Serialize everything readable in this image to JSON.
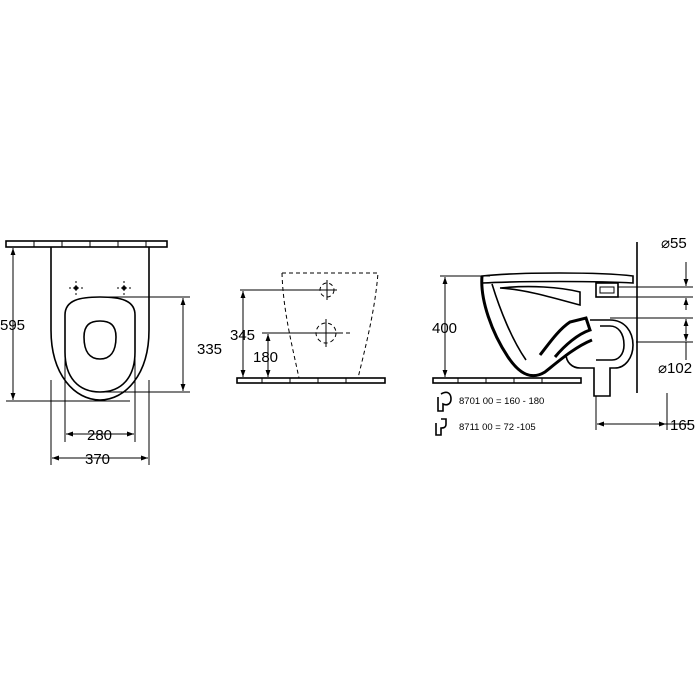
{
  "top_view": {
    "width_total": "370",
    "width_inner": "280",
    "depth_total": "595",
    "depth_seat": "335"
  },
  "front_view": {
    "height_fixing": "345",
    "height_waste": "180"
  },
  "side_view": {
    "height_total": "400",
    "inlet_diameter": "⌀55",
    "outlet_diameter": "⌀102",
    "outlet_offset": "165"
  },
  "accessories": [
    {
      "label": "8701 00 = 160 - 180",
      "icon": "p-trap-icon"
    },
    {
      "label": "8711 00 = 72 -105",
      "icon": "s-trap-icon"
    }
  ]
}
